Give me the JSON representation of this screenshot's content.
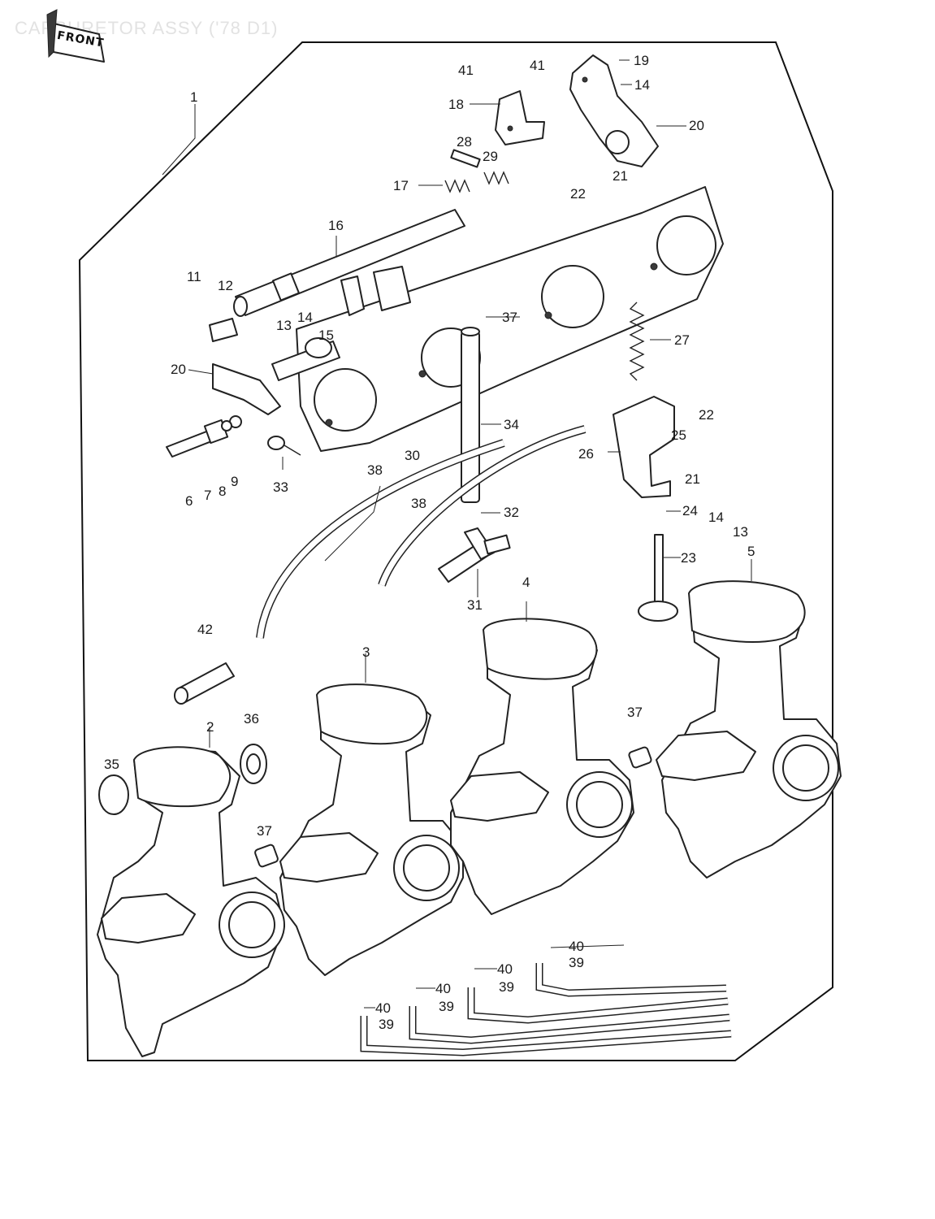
{
  "diagram": {
    "title": "CARBURETOR ASSY ('78 D1)",
    "front_label": "FRONT",
    "callouts": [
      "1",
      "2",
      "3",
      "4",
      "5",
      "6",
      "7",
      "8",
      "9",
      "11",
      "12",
      "13",
      "14",
      "15",
      "16",
      "17",
      "18",
      "19",
      "20",
      "21",
      "22",
      "23",
      "24",
      "25",
      "26",
      "27",
      "28",
      "29",
      "30",
      "31",
      "32",
      "33",
      "34",
      "35",
      "36",
      "37",
      "38",
      "39",
      "40",
      "41",
      "42"
    ]
  }
}
